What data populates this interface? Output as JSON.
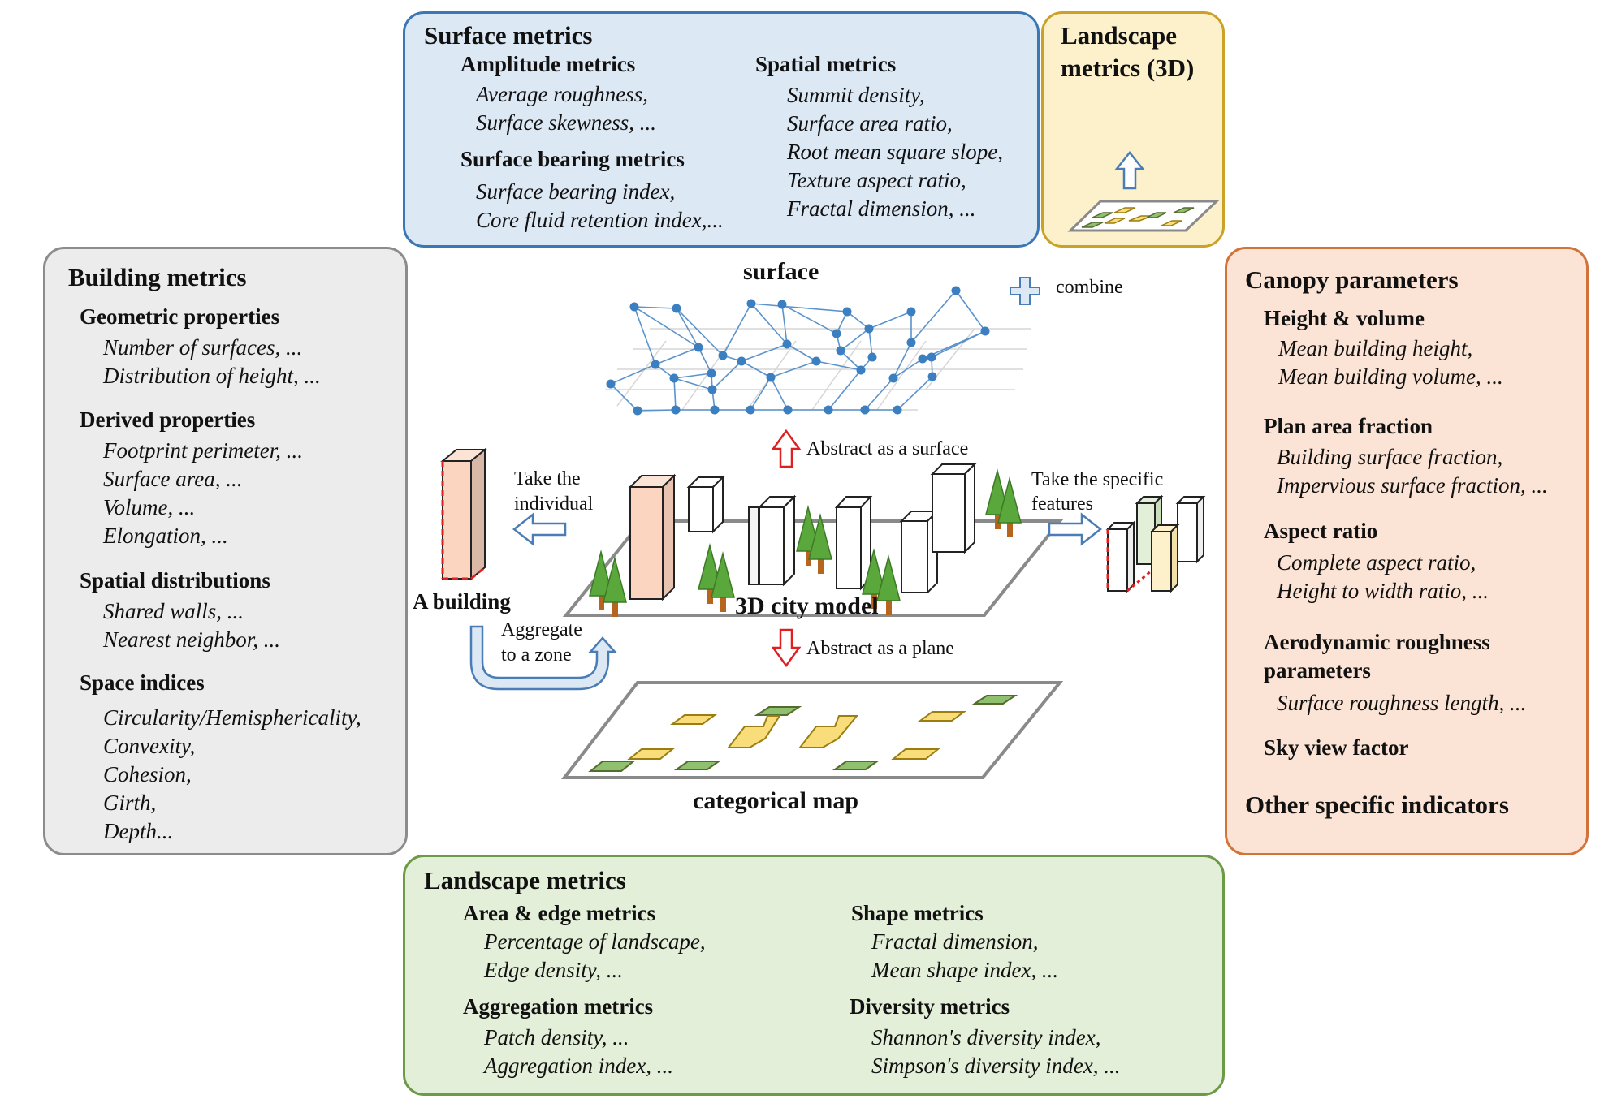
{
  "surface_metrics": {
    "title": "Surface metrics",
    "amplitude": {
      "heading": "Amplitude metrics",
      "items": [
        "Average roughness,",
        "Surface skewness, ..."
      ]
    },
    "bearing": {
      "heading": "Surface bearing metrics",
      "items": [
        "Surface bearing index,",
        "Core fluid retention index,..."
      ]
    },
    "spatial": {
      "heading": "Spatial metrics",
      "items": [
        "Summit density,",
        "Surface area ratio,",
        "Root mean square slope,",
        "Texture aspect ratio,",
        "Fractal dimension, ..."
      ]
    }
  },
  "landscape_3d": {
    "title_line1": "Landscape",
    "title_line2": "metrics (3D)"
  },
  "building_metrics": {
    "title": "Building metrics",
    "geometric": {
      "heading": "Geometric properties",
      "items": [
        "Number of surfaces, ...",
        "Distribution of height, ..."
      ]
    },
    "derived": {
      "heading": "Derived properties",
      "items": [
        "Footprint perimeter, ...",
        "Surface area, ...",
        "Volume, ...",
        "Elongation, ..."
      ]
    },
    "spatial": {
      "heading": "Spatial distributions",
      "items": [
        "Shared walls, ...",
        "Nearest neighbor, ..."
      ]
    },
    "space": {
      "heading": "Space indices",
      "items": [
        "Circularity/Hemisphericality,",
        "Convexity,",
        "Cohesion,",
        "Girth,",
        "Depth..."
      ]
    }
  },
  "canopy": {
    "title": "Canopy parameters",
    "height": {
      "heading": "Height & volume",
      "items": [
        "Mean building height,",
        "Mean building volume, ..."
      ]
    },
    "plan": {
      "heading": "Plan area fraction",
      "items": [
        "Building surface fraction,",
        "Impervious surface fraction, ..."
      ]
    },
    "aspect": {
      "heading": "Aspect ratio",
      "items": [
        "Complete aspect ratio,",
        "Height to width ratio, ..."
      ]
    },
    "aero": {
      "heading_line1": "Aerodynamic roughness",
      "heading_line2": "parameters",
      "items": [
        "Surface roughness length, ..."
      ]
    },
    "sky": {
      "heading": "Sky view factor"
    },
    "other": "Other specific indicators"
  },
  "landscape": {
    "title": "Landscape metrics",
    "area": {
      "heading": "Area & edge metrics",
      "items": [
        "Percentage of landscape,",
        "Edge density, ..."
      ]
    },
    "aggregation": {
      "heading": "Aggregation metrics",
      "items": [
        "Patch density, ...",
        "Aggregation index, ..."
      ]
    },
    "shape": {
      "heading": "Shape metrics",
      "items": [
        "Fractal dimension,",
        "Mean shape index, ..."
      ]
    },
    "diversity": {
      "heading": "Diversity metrics",
      "items": [
        "Shannon's diversity index,",
        "Simpson's diversity index, ..."
      ]
    }
  },
  "center": {
    "surface_label": "surface",
    "combine_label": "combine",
    "abstract_surface": "Abstract as a surface",
    "abstract_plane": "Abstract as a plane",
    "take_individual_line1": "Take the",
    "take_individual_line2": "individual",
    "take_specific_line1": "Take the specific",
    "take_specific_line2": "features",
    "building_label": "A building",
    "aggregate_line1": "Aggregate",
    "aggregate_line2": "to a zone",
    "city_label": "3D city model",
    "map_label": "categorical map"
  },
  "colors": {
    "surface_border": "#3a78b5",
    "surface_fill": "#dde8f5",
    "l3d_border": "#c9a227",
    "l3d_fill": "#fdf1cc",
    "building_border": "#8c8c8c",
    "building_fill": "#ececec",
    "canopy_border": "#d2733a",
    "canopy_fill": "#fbe4d5",
    "landscape_border": "#6c9a45",
    "landscape_fill": "#e3efd8",
    "mesh": "#3c7fc0",
    "green_patch": "#8fc06e",
    "yellow_patch": "#f8dd7a"
  }
}
